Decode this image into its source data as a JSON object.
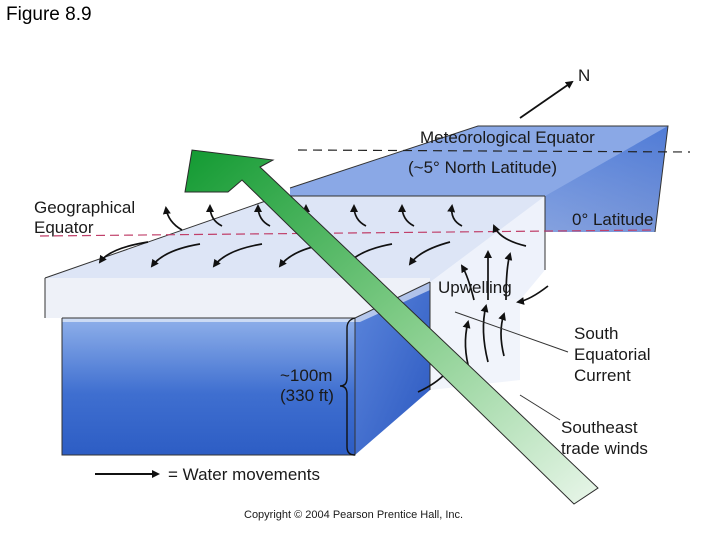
{
  "figure": {
    "title": "Figure 8.9"
  },
  "labels": {
    "north": "N",
    "met_equator_line1": "Meteorological Equator",
    "met_equator_line2": "(~5° North Latitude)",
    "geo_equator_line1": "Geographical",
    "geo_equator_line2": "Equator",
    "zero_latitude": "0° Latitude",
    "upwelling": "Upwelling",
    "current_line1": "South",
    "current_line2": "Equatorial",
    "current_line3": "Current",
    "depth_line1": "~100m",
    "depth_line2": "(330 ft)",
    "winds_line1": "Southeast",
    "winds_line2": "trade winds",
    "legend": "= Water movements",
    "copyright": "Copyright © 2004 Pearson Prentice Hall, Inc."
  },
  "colors": {
    "ocean_blue": "#3f6fd0",
    "light_blue": "#d6e0f5",
    "wind_green": "#1e9a3a",
    "latitude_line": "#c0406a"
  }
}
